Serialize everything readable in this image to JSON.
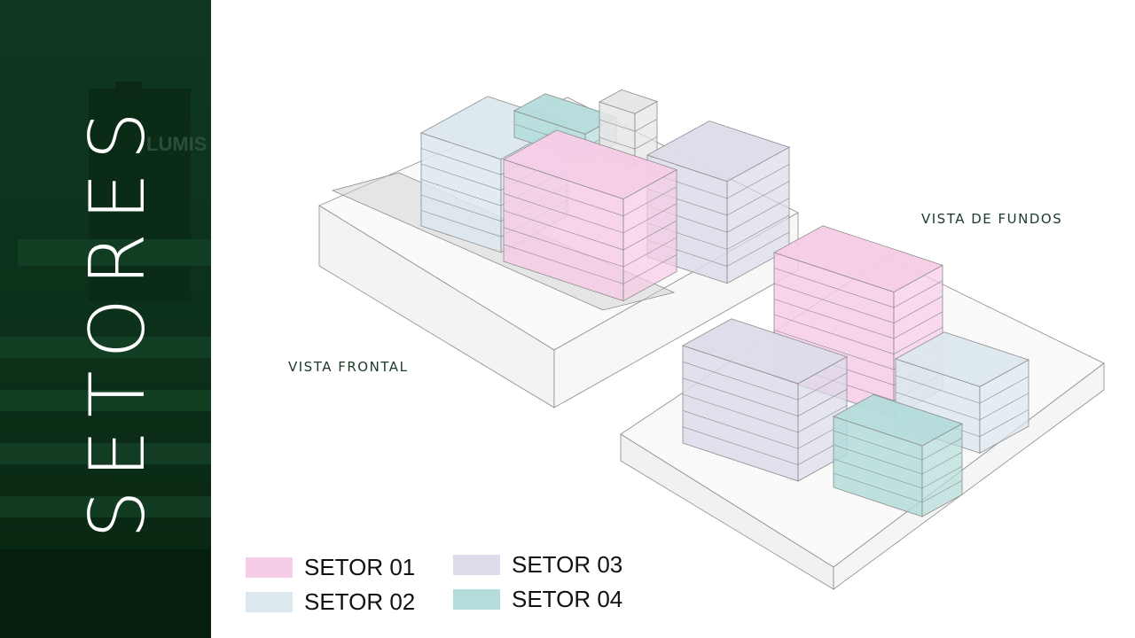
{
  "slide": {
    "title": "SETORES",
    "photo_sign": "LUMIS"
  },
  "views": {
    "front": "VISTA FRONTAL",
    "back": "VISTA DE FUNDOS"
  },
  "legend": [
    {
      "label": "SETOR 01",
      "color": "#f6cce6"
    },
    {
      "label": "SETOR 02",
      "color": "#dce7ee"
    },
    {
      "label": "SETOR 03",
      "color": "#dcdcea"
    },
    {
      "label": "SETOR 04",
      "color": "#b3dcda"
    }
  ],
  "colors": {
    "sidebar": "#0e3820",
    "line": "#8c8c8c"
  }
}
